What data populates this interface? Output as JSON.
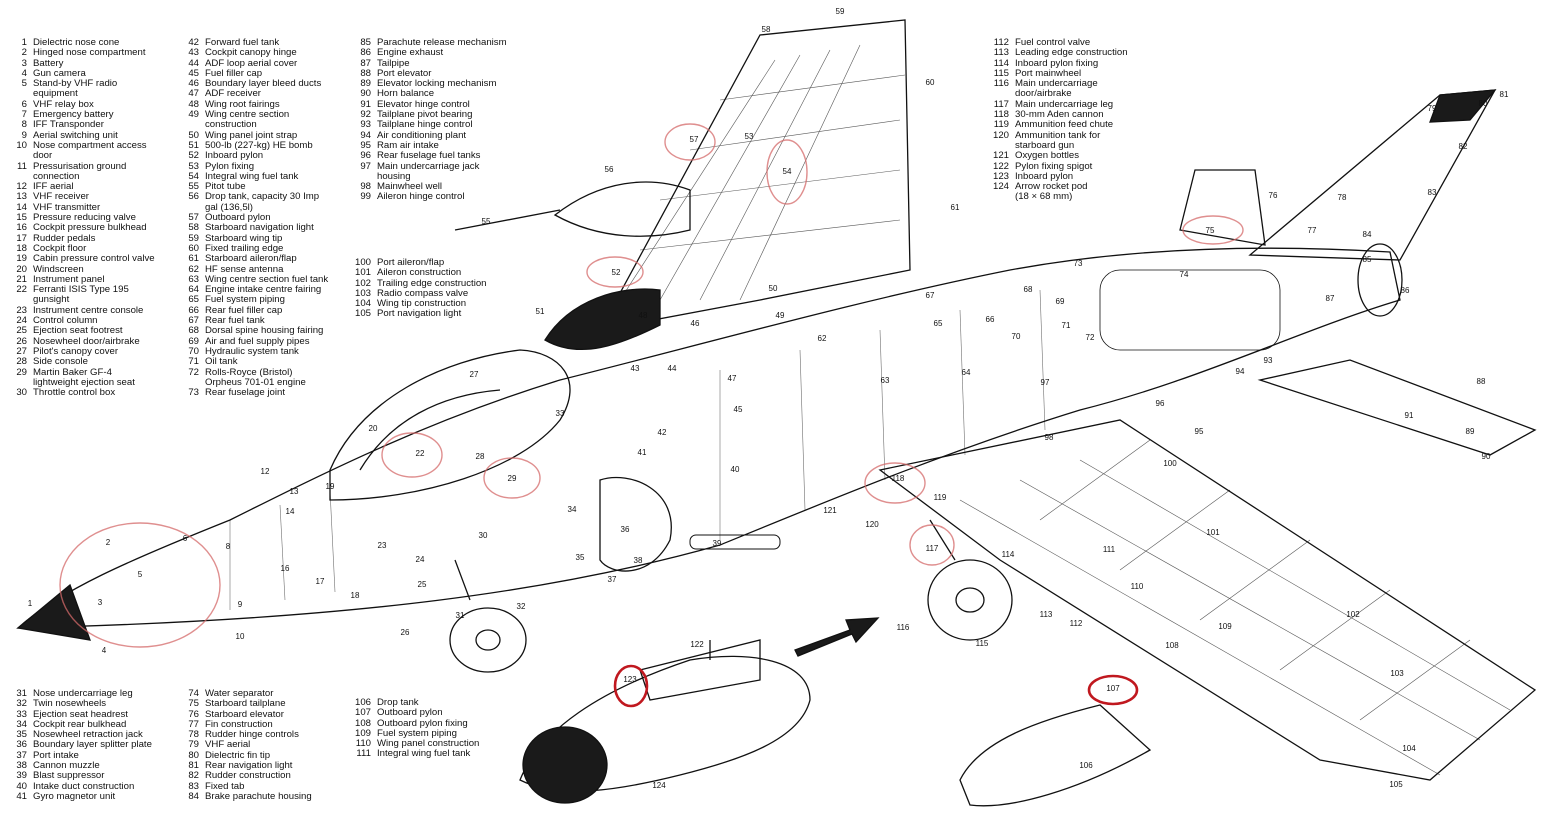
{
  "legend_columns": [
    [
      {
        "n": "1",
        "t": "Dielectric nose cone"
      },
      {
        "n": "2",
        "t": "Hinged nose compartment"
      },
      {
        "n": "3",
        "t": "Battery"
      },
      {
        "n": "4",
        "t": "Gun camera"
      },
      {
        "n": "5",
        "t": "Stand-by VHF radio\nequipment"
      },
      {
        "n": "6",
        "t": "VHF relay box"
      },
      {
        "n": "7",
        "t": "Emergency battery"
      },
      {
        "n": "8",
        "t": "IFF Transponder"
      },
      {
        "n": "9",
        "t": "Aerial switching unit"
      },
      {
        "n": "10",
        "t": "Nose compartment access\ndoor"
      },
      {
        "n": "11",
        "t": "Pressurisation ground\nconnection"
      },
      {
        "n": "12",
        "t": "IFF aerial"
      },
      {
        "n": "13",
        "t": "VHF receiver"
      },
      {
        "n": "14",
        "t": "VHF transmitter"
      },
      {
        "n": "15",
        "t": "Pressure reducing valve"
      },
      {
        "n": "16",
        "t": "Cockpit pressure bulkhead"
      },
      {
        "n": "17",
        "t": "Rudder pedals"
      },
      {
        "n": "18",
        "t": "Cockpit floor"
      },
      {
        "n": "19",
        "t": "Cabin pressure control valve"
      },
      {
        "n": "20",
        "t": "Windscreen"
      },
      {
        "n": "21",
        "t": "Instrument panel"
      },
      {
        "n": "22",
        "t": "Ferranti ISIS Type 195\ngunsight"
      },
      {
        "n": "23",
        "t": "Instrument centre console"
      },
      {
        "n": "24",
        "t": "Control column"
      },
      {
        "n": "25",
        "t": "Ejection seat footrest"
      },
      {
        "n": "26",
        "t": "Nosewheel door/airbrake"
      },
      {
        "n": "27",
        "t": "Pilot's canopy cover"
      },
      {
        "n": "28",
        "t": "Side console"
      },
      {
        "n": "29",
        "t": "Martin Baker GF-4\nlightweight ejection seat"
      },
      {
        "n": "30",
        "t": "Throttle control box"
      }
    ],
    [
      {
        "n": "42",
        "t": "Forward fuel tank"
      },
      {
        "n": "43",
        "t": "Cockpit canopy hinge"
      },
      {
        "n": "44",
        "t": "ADF loop aerial cover"
      },
      {
        "n": "45",
        "t": "Fuel filler cap"
      },
      {
        "n": "46",
        "t": "Boundary layer bleed ducts"
      },
      {
        "n": "47",
        "t": "ADF receiver"
      },
      {
        "n": "48",
        "t": "Wing root fairings"
      },
      {
        "n": "49",
        "t": "Wing centre section\nconstruction"
      },
      {
        "n": "50",
        "t": "Wing panel joint strap"
      },
      {
        "n": "51",
        "t": "500-lb (227-kg) HE bomb"
      },
      {
        "n": "52",
        "t": "Inboard pylon"
      },
      {
        "n": "53",
        "t": "Pylon fixing"
      },
      {
        "n": "54",
        "t": "Integral wing fuel tank"
      },
      {
        "n": "55",
        "t": "Pitot tube"
      },
      {
        "n": "56",
        "t": "Drop tank, capacity 30 Imp\ngal (136,5l)"
      },
      {
        "n": "57",
        "t": "Outboard pylon"
      },
      {
        "n": "58",
        "t": "Starboard navigation light"
      },
      {
        "n": "59",
        "t": "Starboard wing tip"
      },
      {
        "n": "60",
        "t": "Fixed trailing edge"
      },
      {
        "n": "61",
        "t": "Starboard aileron/flap"
      },
      {
        "n": "62",
        "t": "HF sense antenna"
      },
      {
        "n": "63",
        "t": "Wing centre section fuel tank"
      },
      {
        "n": "64",
        "t": "Engine intake centre fairing"
      },
      {
        "n": "65",
        "t": "Fuel system piping"
      },
      {
        "n": "66",
        "t": "Rear fuel filler cap"
      },
      {
        "n": "67",
        "t": "Rear fuel tank"
      },
      {
        "n": "68",
        "t": "Dorsal spine housing fairing"
      },
      {
        "n": "69",
        "t": "Air and fuel supply pipes"
      },
      {
        "n": "70",
        "t": "Hydraulic system tank"
      },
      {
        "n": "71",
        "t": "Oil tank"
      },
      {
        "n": "72",
        "t": "Rolls-Royce (Bristol)\nOrpheus 701-01 engine"
      },
      {
        "n": "73",
        "t": "Rear fuselage joint"
      }
    ],
    [
      {
        "n": "85",
        "t": "Parachute release mechanism"
      },
      {
        "n": "86",
        "t": "Engine exhaust"
      },
      {
        "n": "87",
        "t": "Tailpipe"
      },
      {
        "n": "88",
        "t": "Port elevator"
      },
      {
        "n": "89",
        "t": "Elevator locking mechanism"
      },
      {
        "n": "90",
        "t": "Horn balance"
      },
      {
        "n": "91",
        "t": "Elevator hinge control"
      },
      {
        "n": "92",
        "t": "Tailplane pivot bearing"
      },
      {
        "n": "93",
        "t": "Tailplane hinge control"
      },
      {
        "n": "94",
        "t": "Air conditioning plant"
      },
      {
        "n": "95",
        "t": "Ram air intake"
      },
      {
        "n": "96",
        "t": "Rear fuselage fuel tanks"
      },
      {
        "n": "97",
        "t": "Main undercarriage jack\nhousing"
      },
      {
        "n": "98",
        "t": "Mainwheel well"
      },
      {
        "n": "99",
        "t": "Aileron hinge control"
      }
    ],
    [
      {
        "n": "100",
        "t": "Port aileron/flap"
      },
      {
        "n": "101",
        "t": "Aileron construction"
      },
      {
        "n": "102",
        "t": "Trailing edge construction"
      },
      {
        "n": "103",
        "t": "Radio compass valve"
      },
      {
        "n": "104",
        "t": "Wing tip construction"
      },
      {
        "n": "105",
        "t": "Port navigation light"
      }
    ],
    [
      {
        "n": "112",
        "t": "Fuel control valve"
      },
      {
        "n": "113",
        "t": "Leading edge construction"
      },
      {
        "n": "114",
        "t": "Inboard pylon fixing"
      },
      {
        "n": "115",
        "t": "Port mainwheel"
      },
      {
        "n": "116",
        "t": "Main undercarriage\ndoor/airbrake"
      },
      {
        "n": "117",
        "t": "Main undercarriage leg"
      },
      {
        "n": "118",
        "t": "30-mm Aden cannon"
      },
      {
        "n": "119",
        "t": "Ammunition feed chute"
      },
      {
        "n": "120",
        "t": "Ammunition tank for\nstarboard gun"
      },
      {
        "n": "121",
        "t": "Oxygen bottles"
      },
      {
        "n": "122",
        "t": "Pylon fixing spigot"
      },
      {
        "n": "123",
        "t": "Inboard pylon"
      },
      {
        "n": "124",
        "t": "Arrow rocket pod\n(18 × 68 mm)"
      }
    ],
    [
      {
        "n": "31",
        "t": "Nose undercarriage leg"
      },
      {
        "n": "32",
        "t": "Twin nosewheels"
      },
      {
        "n": "33",
        "t": "Ejection seat headrest"
      },
      {
        "n": "34",
        "t": "Cockpit rear bulkhead"
      },
      {
        "n": "35",
        "t": "Nosewheel retraction jack"
      },
      {
        "n": "36",
        "t": "Boundary layer splitter plate"
      },
      {
        "n": "37",
        "t": "Port intake"
      },
      {
        "n": "38",
        "t": "Cannon muzzle"
      },
      {
        "n": "39",
        "t": "Blast suppressor"
      },
      {
        "n": "40",
        "t": "Intake duct construction"
      },
      {
        "n": "41",
        "t": "Gyro magnetor unit"
      }
    ],
    [
      {
        "n": "74",
        "t": "Water separator"
      },
      {
        "n": "75",
        "t": "Starboard tailplane"
      },
      {
        "n": "76",
        "t": "Starboard elevator"
      },
      {
        "n": "77",
        "t": "Fin construction"
      },
      {
        "n": "78",
        "t": "Rudder hinge controls"
      },
      {
        "n": "79",
        "t": "VHF aerial"
      },
      {
        "n": "80",
        "t": "Dielectric fin tip"
      },
      {
        "n": "81",
        "t": "Rear navigation light"
      },
      {
        "n": "82",
        "t": "Rudder construction"
      },
      {
        "n": "83",
        "t": "Fixed tab"
      },
      {
        "n": "84",
        "t": "Brake parachute housing"
      }
    ],
    [
      {
        "n": "106",
        "t": "Drop tank"
      },
      {
        "n": "107",
        "t": "Outboard pylon"
      },
      {
        "n": "108",
        "t": "Outboard pylon fixing"
      },
      {
        "n": "109",
        "t": "Fuel system piping"
      },
      {
        "n": "110",
        "t": "Wing panel construction"
      },
      {
        "n": "111",
        "t": "Integral wing fuel tank"
      }
    ]
  ],
  "callouts": [
    {
      "n": "1"
    },
    {
      "n": "2"
    },
    {
      "n": "3"
    },
    {
      "n": "4"
    },
    {
      "n": "5"
    },
    {
      "n": "6"
    },
    {
      "n": "8"
    },
    {
      "n": "9"
    },
    {
      "n": "10"
    },
    {
      "n": "12"
    },
    {
      "n": "13"
    },
    {
      "n": "14"
    },
    {
      "n": "16"
    },
    {
      "n": "17"
    },
    {
      "n": "18"
    },
    {
      "n": "19"
    },
    {
      "n": "20"
    },
    {
      "n": "22"
    },
    {
      "n": "23"
    },
    {
      "n": "24"
    },
    {
      "n": "25"
    },
    {
      "n": "26"
    },
    {
      "n": "27"
    },
    {
      "n": "28"
    },
    {
      "n": "29"
    },
    {
      "n": "30"
    },
    {
      "n": "31"
    },
    {
      "n": "32"
    },
    {
      "n": "33"
    },
    {
      "n": "34"
    },
    {
      "n": "35"
    },
    {
      "n": "36"
    },
    {
      "n": "37"
    },
    {
      "n": "38"
    },
    {
      "n": "39"
    },
    {
      "n": "40"
    },
    {
      "n": "41"
    },
    {
      "n": "42"
    },
    {
      "n": "43"
    },
    {
      "n": "44"
    },
    {
      "n": "45"
    },
    {
      "n": "46"
    },
    {
      "n": "47"
    },
    {
      "n": "48"
    },
    {
      "n": "49"
    },
    {
      "n": "50"
    },
    {
      "n": "51"
    },
    {
      "n": "52"
    },
    {
      "n": "53"
    },
    {
      "n": "54"
    },
    {
      "n": "55"
    },
    {
      "n": "56"
    },
    {
      "n": "57"
    },
    {
      "n": "58"
    },
    {
      "n": "59"
    },
    {
      "n": "60"
    },
    {
      "n": "61"
    },
    {
      "n": "62"
    },
    {
      "n": "63"
    },
    {
      "n": "64"
    },
    {
      "n": "65"
    },
    {
      "n": "66"
    },
    {
      "n": "67"
    },
    {
      "n": "68"
    },
    {
      "n": "69"
    },
    {
      "n": "70"
    },
    {
      "n": "71"
    },
    {
      "n": "72"
    },
    {
      "n": "73"
    },
    {
      "n": "74"
    },
    {
      "n": "75"
    },
    {
      "n": "76"
    },
    {
      "n": "77"
    },
    {
      "n": "78"
    },
    {
      "n": "79"
    },
    {
      "n": "80"
    },
    {
      "n": "81"
    },
    {
      "n": "82"
    },
    {
      "n": "83"
    },
    {
      "n": "84"
    },
    {
      "n": "85"
    },
    {
      "n": "86"
    },
    {
      "n": "87"
    },
    {
      "n": "88"
    },
    {
      "n": "89"
    },
    {
      "n": "90"
    },
    {
      "n": "91"
    },
    {
      "n": "93"
    },
    {
      "n": "94"
    },
    {
      "n": "95"
    },
    {
      "n": "96"
    },
    {
      "n": "97"
    },
    {
      "n": "98"
    },
    {
      "n": "100"
    },
    {
      "n": "101"
    },
    {
      "n": "102"
    },
    {
      "n": "103"
    },
    {
      "n": "104"
    },
    {
      "n": "105"
    },
    {
      "n": "106"
    },
    {
      "n": "107"
    },
    {
      "n": "108"
    },
    {
      "n": "109"
    },
    {
      "n": "110"
    },
    {
      "n": "111"
    },
    {
      "n": "112"
    },
    {
      "n": "113"
    },
    {
      "n": "114"
    },
    {
      "n": "115"
    },
    {
      "n": "116"
    },
    {
      "n": "117"
    },
    {
      "n": "118"
    },
    {
      "n": "119"
    },
    {
      "n": "120"
    },
    {
      "n": "121"
    },
    {
      "n": "122"
    },
    {
      "n": "123"
    },
    {
      "n": "124"
    }
  ],
  "highlighted_callouts": [
    "3",
    "22",
    "29",
    "52",
    "54",
    "57",
    "75",
    "107",
    "117",
    "118",
    "123"
  ],
  "colors": {
    "ink": "#111111",
    "faint_ring": "#d46a6a",
    "strong_ring": "#c0181f",
    "paper": "#ffffff"
  }
}
